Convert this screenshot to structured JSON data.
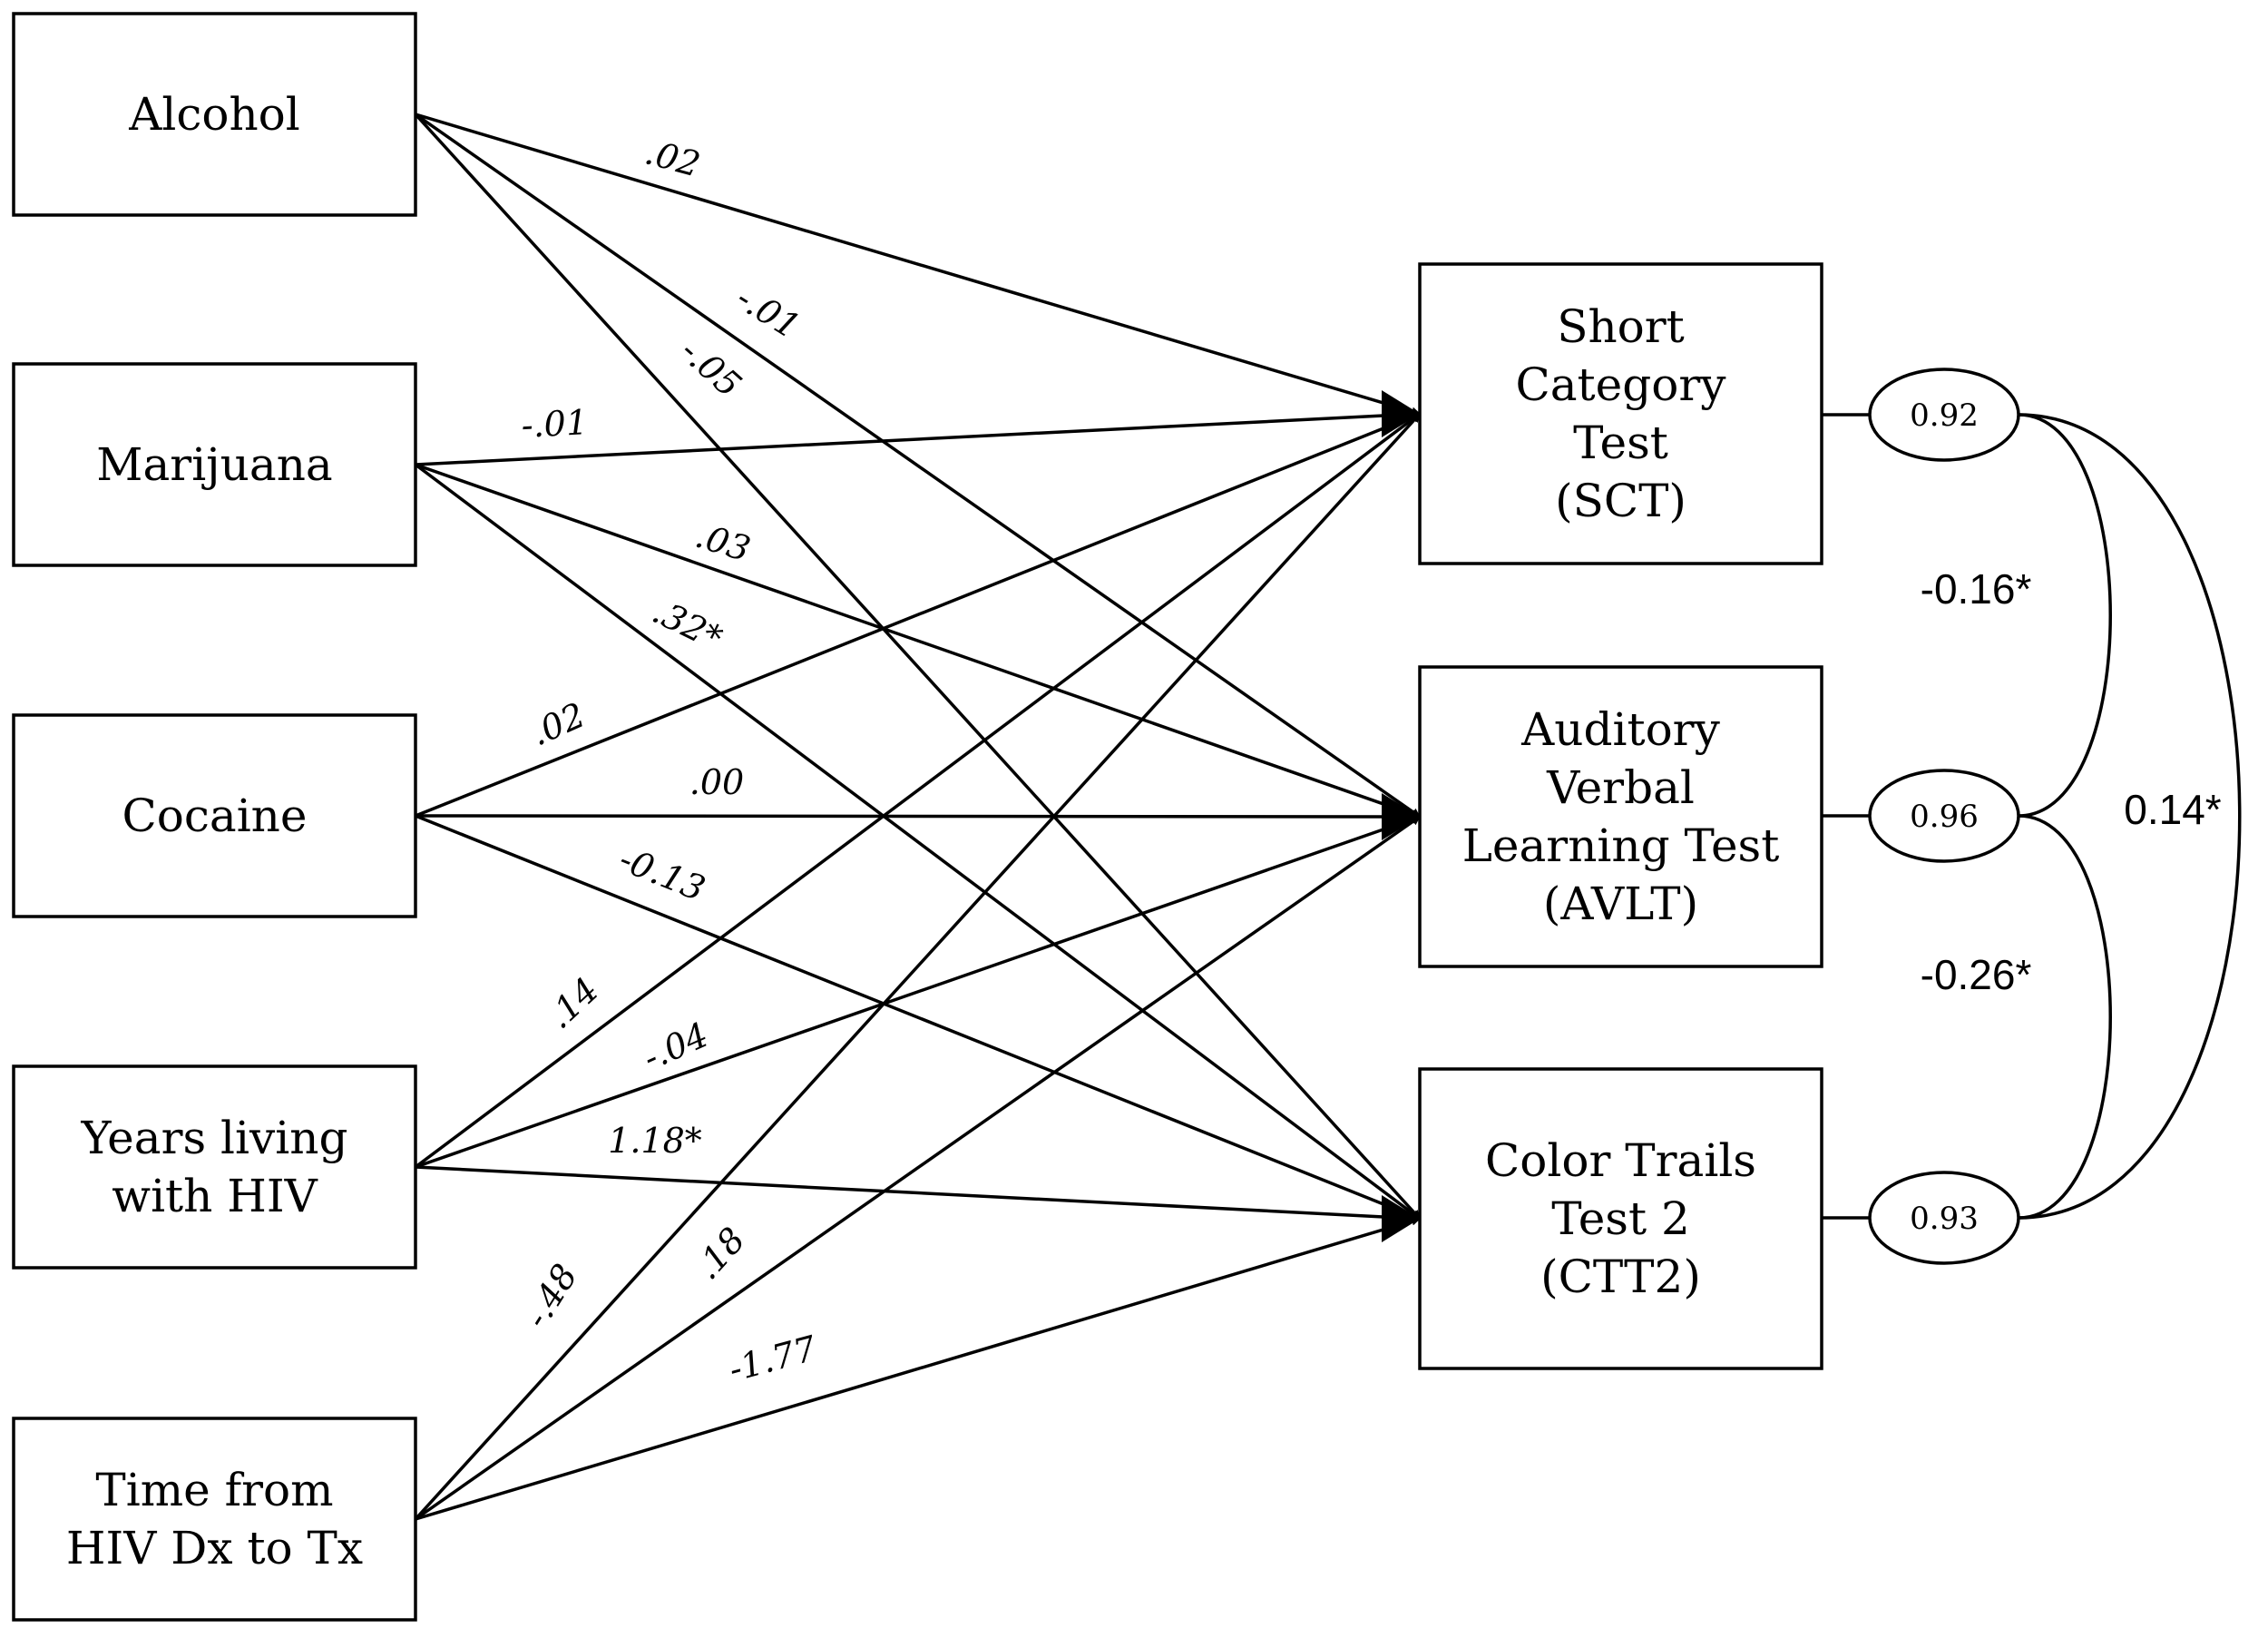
{
  "predictors": [
    {
      "id": "alcohol",
      "lines": [
        "Alcohol"
      ]
    },
    {
      "id": "marijuana",
      "lines": [
        "Marijuana"
      ]
    },
    {
      "id": "cocaine",
      "lines": [
        "Cocaine"
      ]
    },
    {
      "id": "years_hiv",
      "lines": [
        "Years living",
        "with HIV"
      ]
    },
    {
      "id": "time_dx_tx",
      "lines": [
        "Time from",
        "HIV Dx to Tx"
      ]
    }
  ],
  "outcomes": [
    {
      "id": "sct",
      "lines": [
        "Short",
        "Category",
        "Test",
        "(SCT)"
      ],
      "residual": "0.92"
    },
    {
      "id": "avlt",
      "lines": [
        "Auditory",
        "Verbal",
        "Learning Test",
        "(AVLT)"
      ],
      "residual": "0.96"
    },
    {
      "id": "ctt2",
      "lines": [
        "Color Trails",
        "Test 2",
        "(CTT2)"
      ],
      "residual": "0.93"
    }
  ],
  "paths": [
    {
      "from": "alcohol",
      "to": "sct",
      "coef": ".02"
    },
    {
      "from": "alcohol",
      "to": "avlt",
      "coef": "-.01"
    },
    {
      "from": "alcohol",
      "to": "ctt2",
      "coef": "-.05"
    },
    {
      "from": "marijuana",
      "to": "sct",
      "coef": "-.01"
    },
    {
      "from": "marijuana",
      "to": "avlt",
      "coef": ".03"
    },
    {
      "from": "marijuana",
      "to": "ctt2",
      "coef": ".32*"
    },
    {
      "from": "cocaine",
      "to": "sct",
      "coef": ".02"
    },
    {
      "from": "cocaine",
      "to": "avlt",
      "coef": ".00"
    },
    {
      "from": "cocaine",
      "to": "ctt2",
      "coef": "-0.13"
    },
    {
      "from": "years_hiv",
      "to": "sct",
      "coef": ".14"
    },
    {
      "from": "years_hiv",
      "to": "avlt",
      "coef": "-.04"
    },
    {
      "from": "years_hiv",
      "to": "ctt2",
      "coef": "1.18*"
    },
    {
      "from": "time_dx_tx",
      "to": "sct",
      "coef": "-.48"
    },
    {
      "from": "time_dx_tx",
      "to": "avlt",
      "coef": ".18"
    },
    {
      "from": "time_dx_tx",
      "to": "ctt2",
      "coef": "-1.77"
    }
  ],
  "correlations": [
    {
      "between": [
        "sct",
        "avlt"
      ],
      "value": "-0.16*"
    },
    {
      "between": [
        "avlt",
        "ctt2"
      ],
      "value": "-0.26*"
    },
    {
      "between": [
        "sct",
        "ctt2"
      ],
      "value": "0.14*"
    }
  ]
}
